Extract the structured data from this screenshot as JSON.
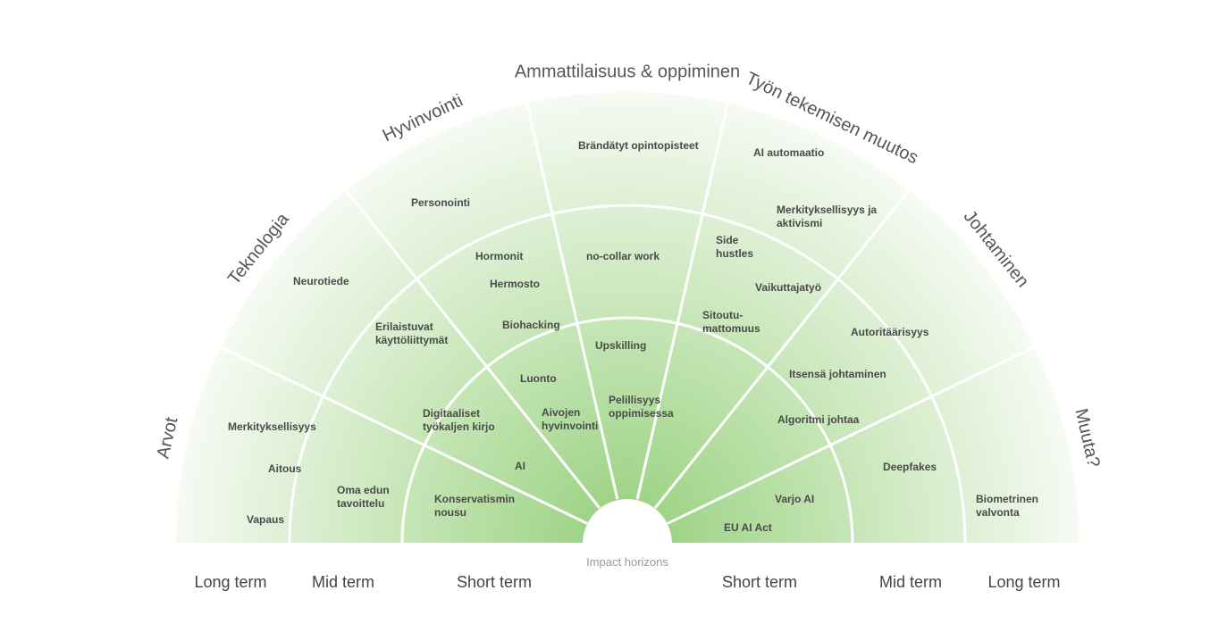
{
  "sectors": [
    "Arvot",
    "Teknologia",
    "Hyvinvointi",
    "Ammattilaisuus & oppiminen",
    "Työn tekemisen muutos",
    "Johtaminen",
    "Muuta?"
  ],
  "horizons": {
    "left": [
      "Long term",
      "Mid term",
      "Short term"
    ],
    "right": [
      "Short term",
      "Mid term",
      "Long term"
    ],
    "caption": "Impact horizons"
  },
  "items": [
    "Merkityksellisyys",
    "Aitous",
    "Vapaus",
    "Oma edun\ntavoittelu",
    "Konservatismin\nnousu",
    "Digitaaliset\ntyökaljen kirjo",
    "AI",
    "Erilaistuvat\nkäyttöliittymät",
    "Neurotiede",
    "Luonto",
    "Aivojen\nhyvinvointi",
    "Biohacking",
    "Hermosto",
    "Hormonit",
    "Personointi",
    "Pelillisyys\noppimisessa",
    "Upskilling",
    "no-collar work",
    "Brändätyt opintopisteet",
    "Sitoutu-\nmattomuus",
    "Side\nhustles",
    "Merkityksellisyys ja\naktivismi",
    "AI automaatio",
    "Vaikuttajatyö",
    "Autoritäärisyys",
    "Itsensä johtaminen",
    "Algoritmi johtaa",
    "Varjo AI",
    "EU AI Act",
    "Deepfakes",
    "Biometrinen\nvalvonta"
  ],
  "colors": {
    "center": "#9fd488",
    "outer": "#f6faf3",
    "divider": "#ffffff",
    "text": "#4a4a4a"
  }
}
